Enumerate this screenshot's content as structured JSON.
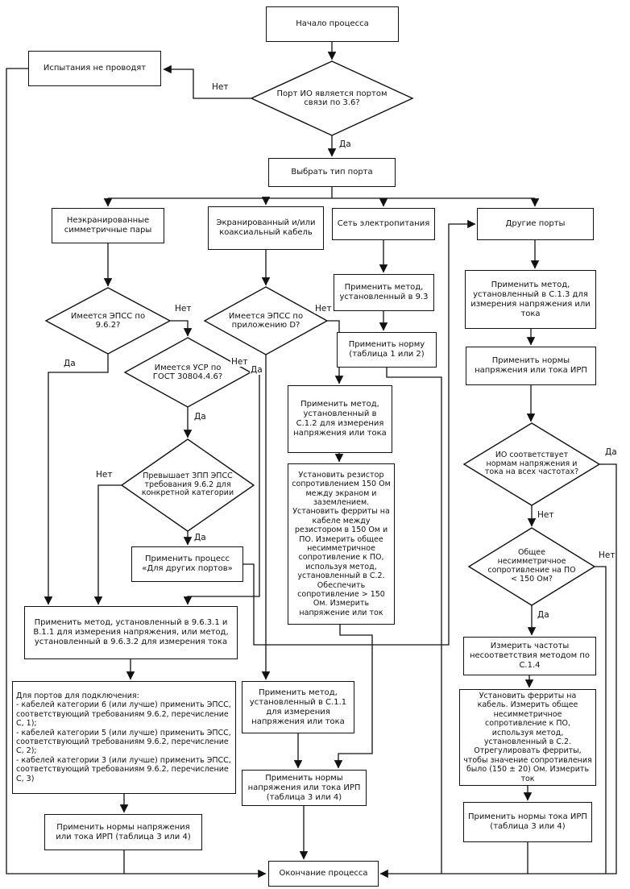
{
  "diagram": {
    "labels": {
      "yes": "Да",
      "no": "Нет"
    },
    "nodes": {
      "start": "Начало процесса",
      "d_port": "Порт ИО является портом связи по 3.6?",
      "no_test": "Испытания не проводят",
      "select_port": "Выбрать тип порта",
      "b_unshielded": "Неэкранированные симметричные пары",
      "b_shielded": "Экранированный и/или коаксиальный кабель",
      "b_mains": "Сеть электропитания",
      "b_other": "Другие порты",
      "d_epss": "Имеется ЭПСС по 9.6.2?",
      "d_usr": "Имеется УСР по ГОСТ 30804.4.6?",
      "d_lcl": "Превышает ЗПП ЭПСС требования 9.6.2 для конкретной категории",
      "proc_other": "Применить процесс «Для других портов»",
      "m_9631": "Применить метод, установленный в 9.6.3.1 и В.1.1 для измерения напряжения, или метод, установленный в 9.6.3.2 для измерения тока",
      "cats": "Для портов для подключения:\n- кабелей категории 6 (или лучше) применить ЭПСС, соответствующий требованиям 9.6.2, перечисление С, 1);\n- кабелей категории 5 (или лучше) применить ЭПСС, соответствующий требованиям 9.6.2, перечисление С, 2);\n- кабелей категории 3 (или лучше) применить ЭПСС, соответствующий требованиям 9.6.2, перечисление С, 3)",
      "norms1": "Применить нормы напряжения или тока ИРП (таблица 3 или 4)",
      "d_epss_d": "Имеется ЭПСС по приложению D?",
      "m_c12": "Применить метод, установленный в С.1.2 для измерения напряжения или тока",
      "resistor": "Установить резистор сопротивлением 150 Ом между экраном и заземлением. Установить ферриты на кабеле между резистором в 150 Ом и ПО. Измерить общее несимметричное сопротивление к ПО, используя метод, установленный в С.2. Обеспечить сопротивление > 150 Ом. Измерить напряжение или ток",
      "m_c11": "Применить метод, установленный в С.1.1 для измерения напряжения или тока",
      "norms2": "Применить нормы напряжения или тока ИРП (таблица 3 или 4)",
      "m_93": "Применить метод, установленный в 9.3",
      "norm_mains": "Применить норму (таблица 1 или 2)",
      "m_c13": "Применить метод, установленный в С.1.3 для измерения напряжения или тока",
      "norms_other": "Применить нормы напряжения или тока ИРП",
      "d_comply": "ИО соответствует нормам напряжения и тока на всех частотах?",
      "d_imp": "Общее несимметричное сопротивление на ПО < 150 Ом?",
      "freq": "Измерить частоты несоответствия методом по С.1.4",
      "ferrite": "Установить ферриты на кабель. Измерить общее несимметричное сопротивление к ПО, используя метод, установленный в С.2. Отрегулировать ферриты, чтобы значение сопротивления было (150 ± 20) Ом. Измерить ток",
      "norms_current": "Применить нормы тока ИРП (таблица 3 или 4)",
      "end": "Окончание процесса"
    }
  }
}
